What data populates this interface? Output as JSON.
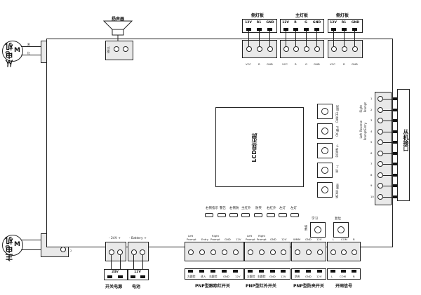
{
  "motors": {
    "slave": {
      "label": "从电机",
      "glyph": "M",
      "pins": [
        "黑",
        "红"
      ]
    },
    "master": {
      "label": "主电机",
      "glyph": "M",
      "pins": [
        "1",
        "2"
      ]
    }
  },
  "speaker": {
    "title": "扬声器",
    "terminal_label": "BELL"
  },
  "lamp_boards": {
    "slave_left": {
      "title": "侧灯板",
      "pins": [
        "12V",
        "R1",
        "GND"
      ],
      "bottom_pins": [
        "VCC",
        "R",
        "GND"
      ]
    },
    "main": {
      "title": "主灯板",
      "pins": [
        "12V",
        "R",
        "G",
        "GND"
      ],
      "bottom_pins": [
        "VCC",
        "R",
        "G",
        "GND"
      ]
    },
    "slave_right": {
      "title": "侧灯板",
      "pins": [
        "12V",
        "R1",
        "GND"
      ],
      "bottom_pins": [
        "VCC",
        "R",
        "GND"
      ]
    }
  },
  "lcd": {
    "label": "LCD显示屏"
  },
  "buttons": [
    {
      "label": "CANCEL\n取消"
    },
    {
      "label": "OK\n确认"
    },
    {
      "label": "DOWN\n下"
    },
    {
      "label": "UP\n上"
    },
    {
      "label": "MENU\n菜单"
    }
  ],
  "right_side": {
    "tags": [
      "Right",
      "Prompt",
      "Reverse",
      "Entry",
      "Left",
      "Prompt"
    ],
    "side_box_label": "从机接口",
    "pins": [
      "1",
      "2",
      "3",
      "4",
      "5",
      "6",
      "7",
      "8",
      "9",
      "10"
    ]
  },
  "leds": [
    "右侧指示",
    "警告",
    "右侧防",
    "主红外",
    "防夹",
    "右红外",
    "左灯",
    "左灯"
  ],
  "small_buttons": {
    "left": "学习",
    "right": "复位",
    "side": "辅助"
  },
  "bottom": {
    "power": {
      "pins": [
        "24V",
        "+"
      ],
      "top": "- 24V +",
      "title": "开关电源"
    },
    "battery": {
      "pins": [
        "12V",
        "+"
      ],
      "top": "- Battery +",
      "title": "电池"
    },
    "pnp_follow": {
      "title": "PNP型跟踪红开关",
      "top": [
        "Left",
        "Prompt",
        "Entry",
        "Right",
        "Prompt",
        "GND",
        "12V"
      ],
      "bottom": [
        "左跟踪",
        "进入",
        "右跟踪",
        "GND",
        "12V"
      ]
    },
    "pnp_ir": {
      "title": "PNP型红外开关",
      "top": [
        "Left",
        "Prompt",
        "Right",
        "Prompt",
        "GND",
        "12V"
      ],
      "bottom": [
        "左跟踪",
        "右跟踪",
        "GND",
        "12V"
      ]
    },
    "pnp_anti": {
      "title": "PNP型防夹开关",
      "top": [
        "WMM",
        "GND",
        "12V"
      ],
      "bottom": [
        "防夹",
        "GND",
        "12V"
      ]
    },
    "open_sig": {
      "title": "开闸信号",
      "top": [
        "L",
        "COM",
        "R"
      ],
      "bottom": [
        "L",
        "COM",
        "R"
      ]
    }
  }
}
